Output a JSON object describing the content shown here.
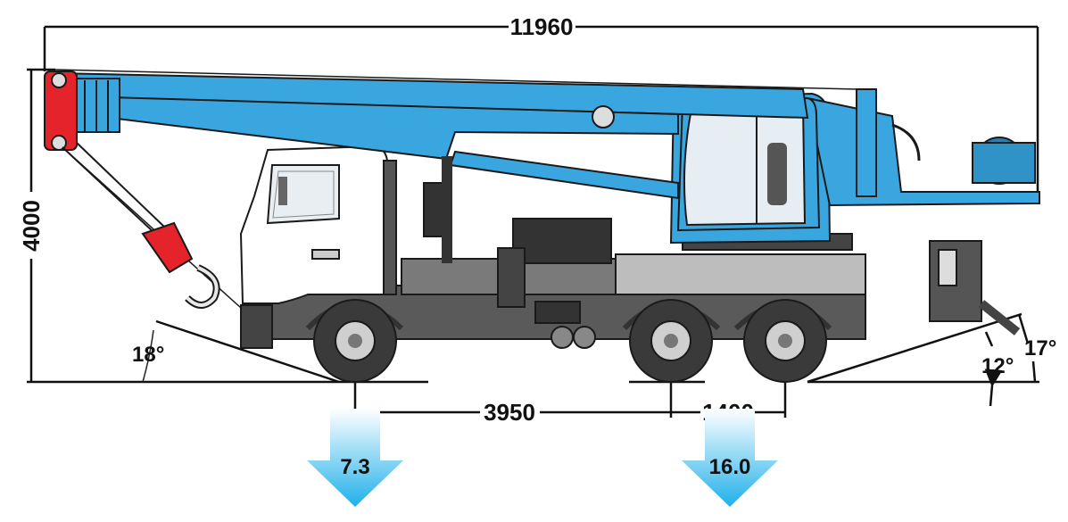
{
  "dimensions": {
    "overall_length": "11960",
    "height": "4000",
    "wheelbase_front": "3950",
    "wheelbase_rear": "1400"
  },
  "angles": {
    "approach": "18°",
    "departure_outrigger": "12°",
    "departure": "17°"
  },
  "axle_loads": {
    "front": "7.3",
    "rear": "16.0"
  },
  "colors": {
    "boom": "#3aa6e0",
    "hook": "#e5232b",
    "cab": "#ffffff",
    "chassis": "#4a4a4a",
    "arrow_top": "#ffffff",
    "arrow_bottom": "#29b6ec"
  }
}
